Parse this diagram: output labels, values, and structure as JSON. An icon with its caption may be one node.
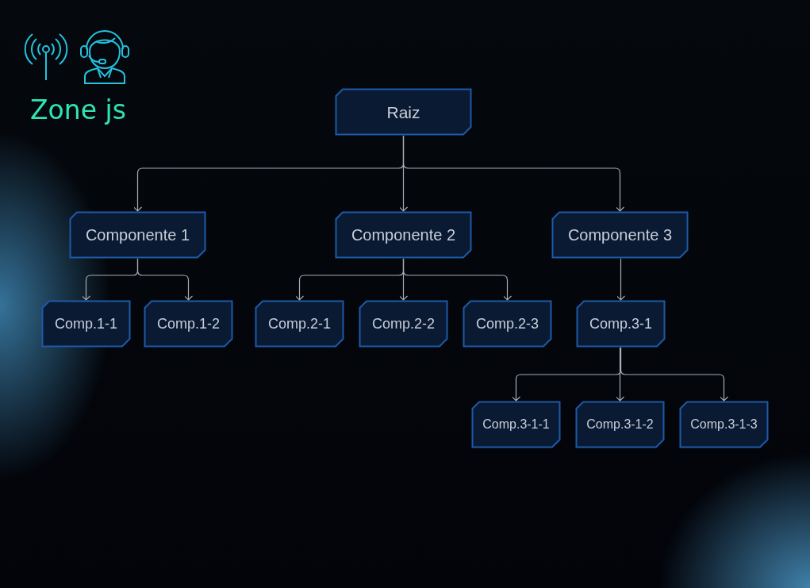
{
  "diagram": {
    "title": "Zone js",
    "nodes": [
      {
        "text": [
          "Raiz"
        ]
      },
      {
        "text": [
          "Componente 1"
        ]
      },
      {
        "text": [
          "Componente 2"
        ]
      },
      {
        "text": [
          "Componente 3"
        ]
      },
      {
        "text": [
          "Comp.1-1"
        ]
      },
      {
        "text": [
          "Comp.1-2"
        ]
      },
      {
        "text": [
          "Comp.2-1"
        ]
      },
      {
        "text": [
          "Comp.2-2"
        ]
      },
      {
        "text": [
          "Comp.2-3"
        ]
      },
      {
        "text": [
          "Comp.3-1"
        ]
      },
      {
        "text": [
          "Comp.3-1-1"
        ]
      },
      {
        "text": [
          "Comp.3-1-2"
        ]
      },
      {
        "text": [
          "Comp.3-1-3"
        ]
      }
    ],
    "edges": [
      {
        "from": 0,
        "to": 1,
        "arrow": "to"
      },
      {
        "from": 0,
        "to": 2,
        "arrow": "to"
      },
      {
        "from": 0,
        "to": 3,
        "arrow": "to"
      },
      {
        "from": 1,
        "to": 4,
        "arrow": "to"
      },
      {
        "from": 1,
        "to": 5,
        "arrow": "to"
      },
      {
        "from": 2,
        "to": 6,
        "arrow": "to"
      },
      {
        "from": 2,
        "to": 7,
        "arrow": "to"
      },
      {
        "from": 2,
        "to": 8,
        "arrow": "to"
      },
      {
        "from": 3,
        "to": 9,
        "arrow": "to"
      },
      {
        "from": 9,
        "to": 10,
        "arrow": "to"
      },
      {
        "from": 9,
        "to": 11,
        "arrow": "to"
      },
      {
        "from": 9,
        "to": 12,
        "arrow": "to"
      }
    ]
  }
}
